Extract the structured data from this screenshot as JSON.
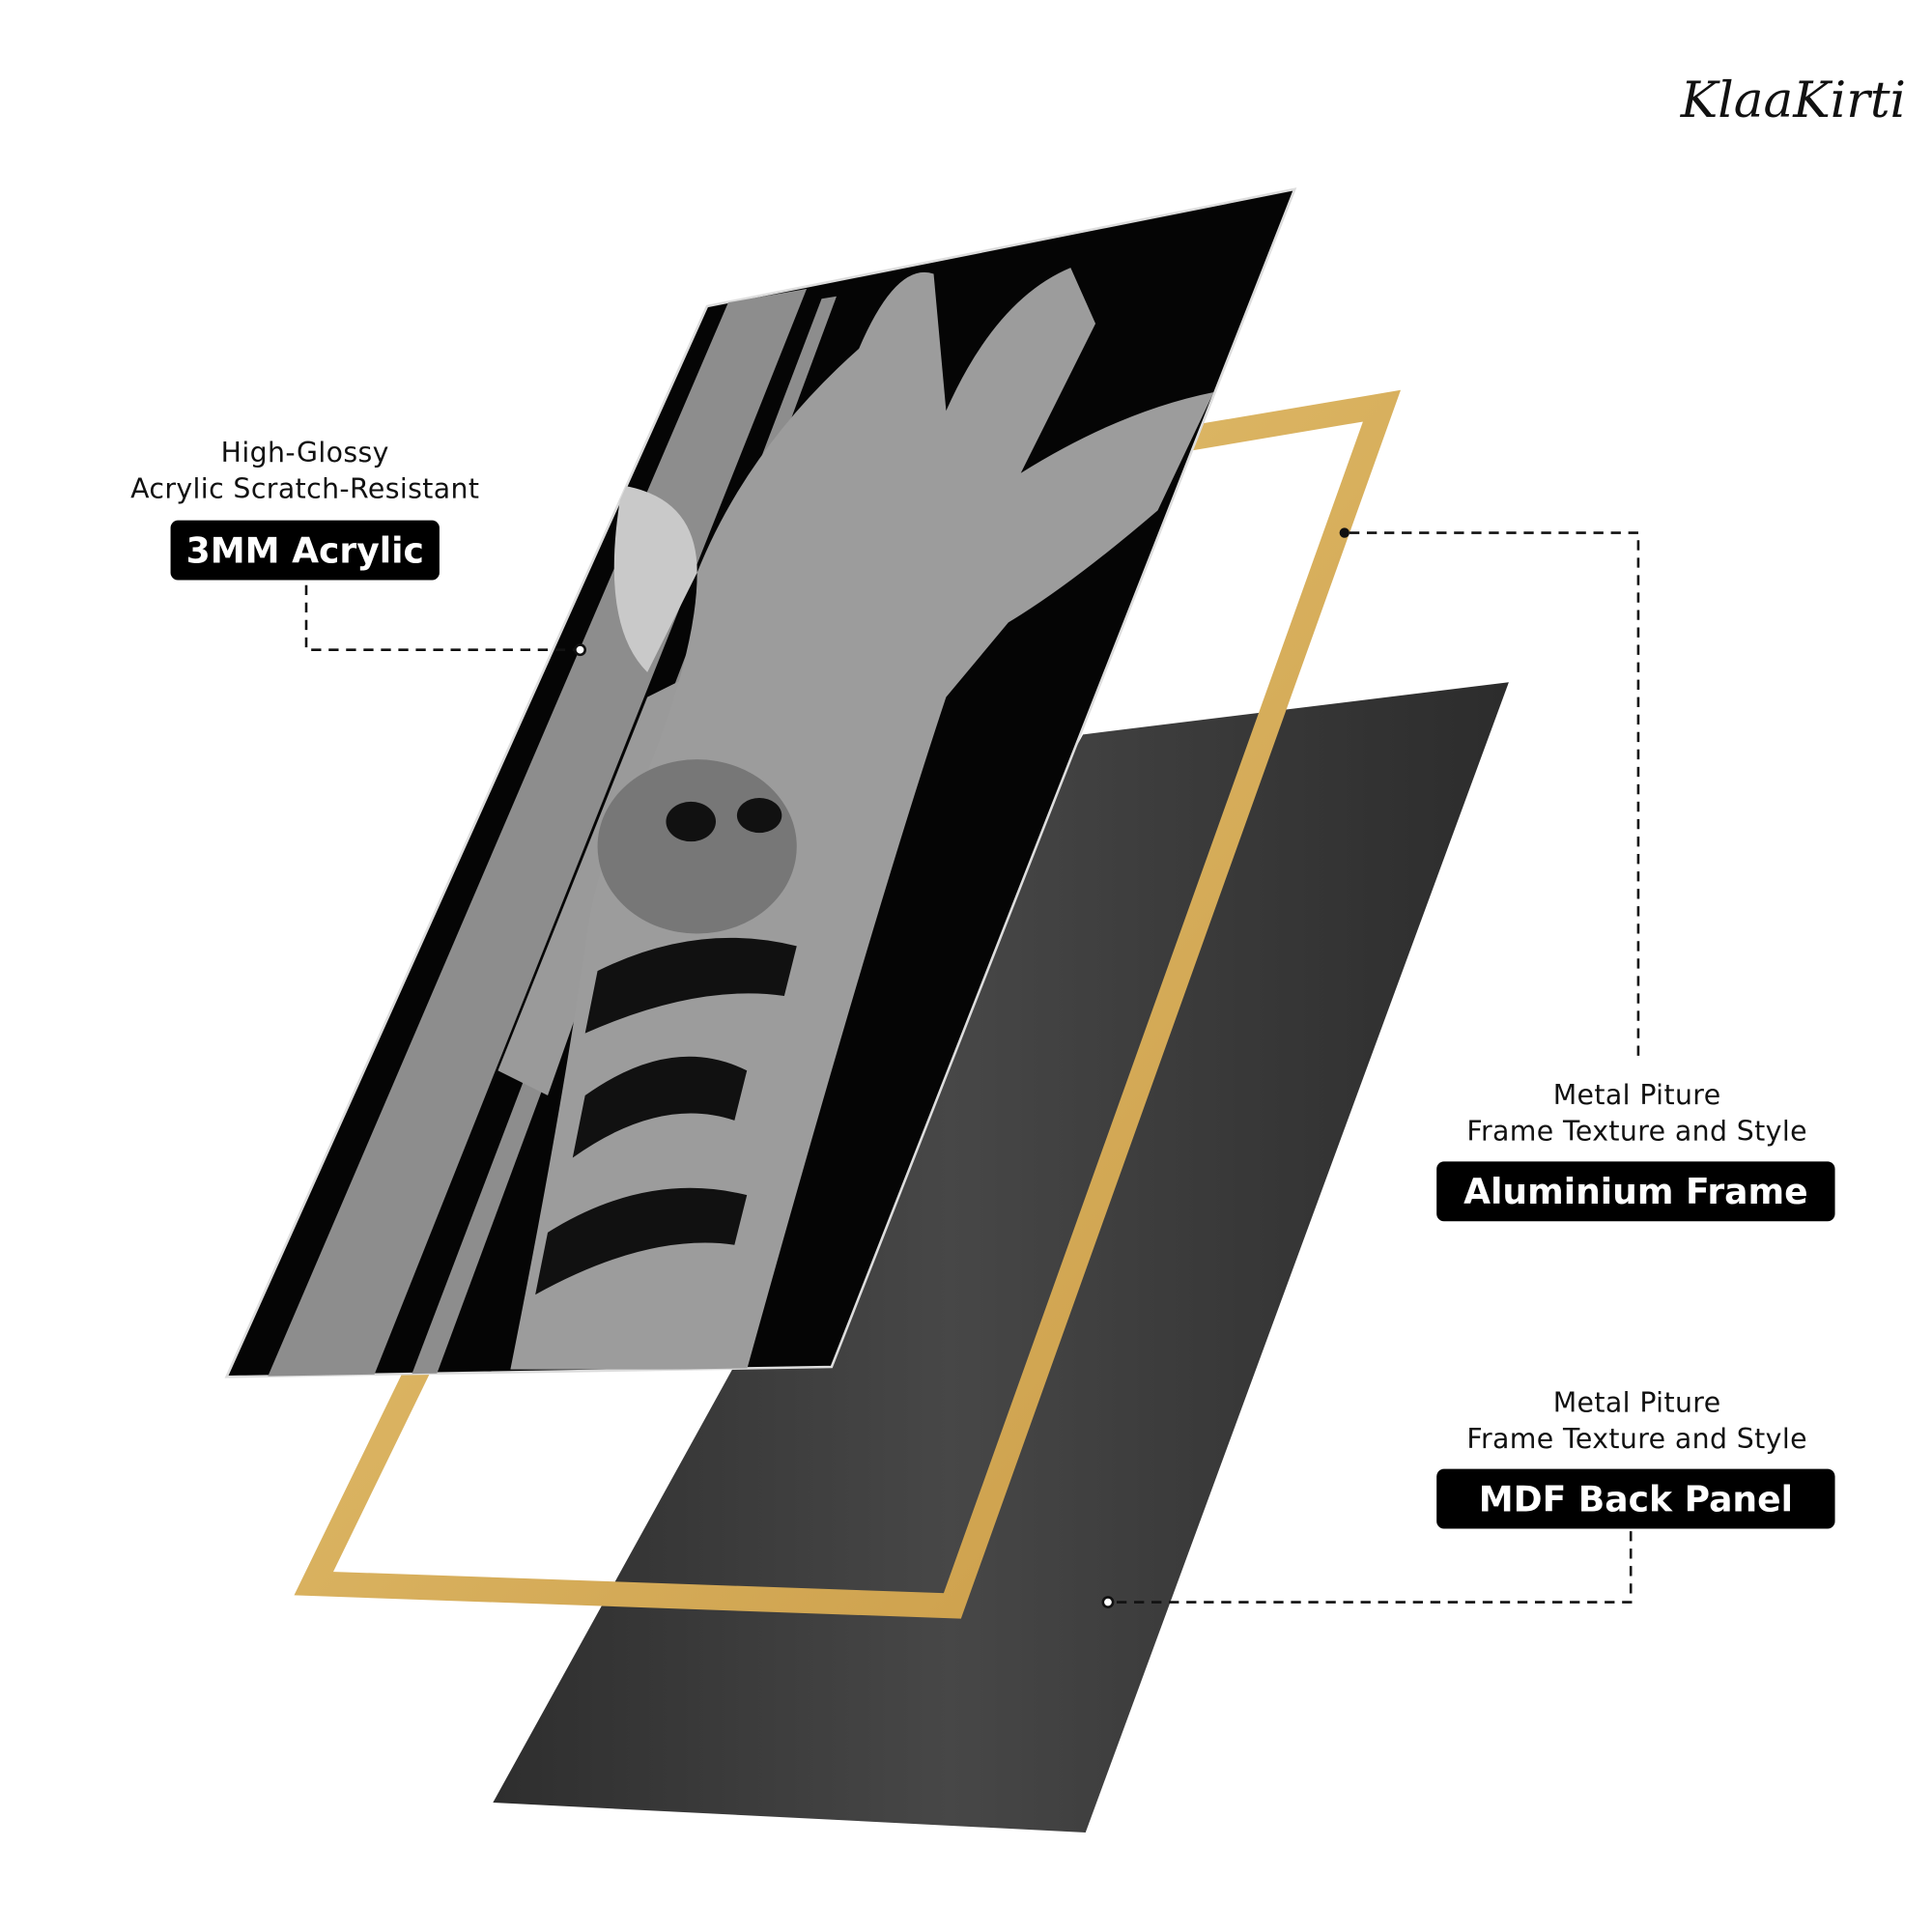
{
  "brand": {
    "logo_text": "KlaaKirti"
  },
  "callouts": [
    {
      "line1": "High-Glossy",
      "line2": "Acrylic Scratch-Resistant",
      "badge": "3MM Acrylic"
    },
    {
      "line1": "Metal Piture",
      "line2": "Frame Texture and Style",
      "badge": "Aluminium Frame"
    },
    {
      "line1": "Metal Piture",
      "line2": "Frame Texture and Style",
      "badge": "MDF Back Panel"
    }
  ],
  "colors": {
    "frame": "#d9b25f",
    "back_panel": "#3b3b3b",
    "acrylic": "#050505",
    "badge": "#000000"
  }
}
